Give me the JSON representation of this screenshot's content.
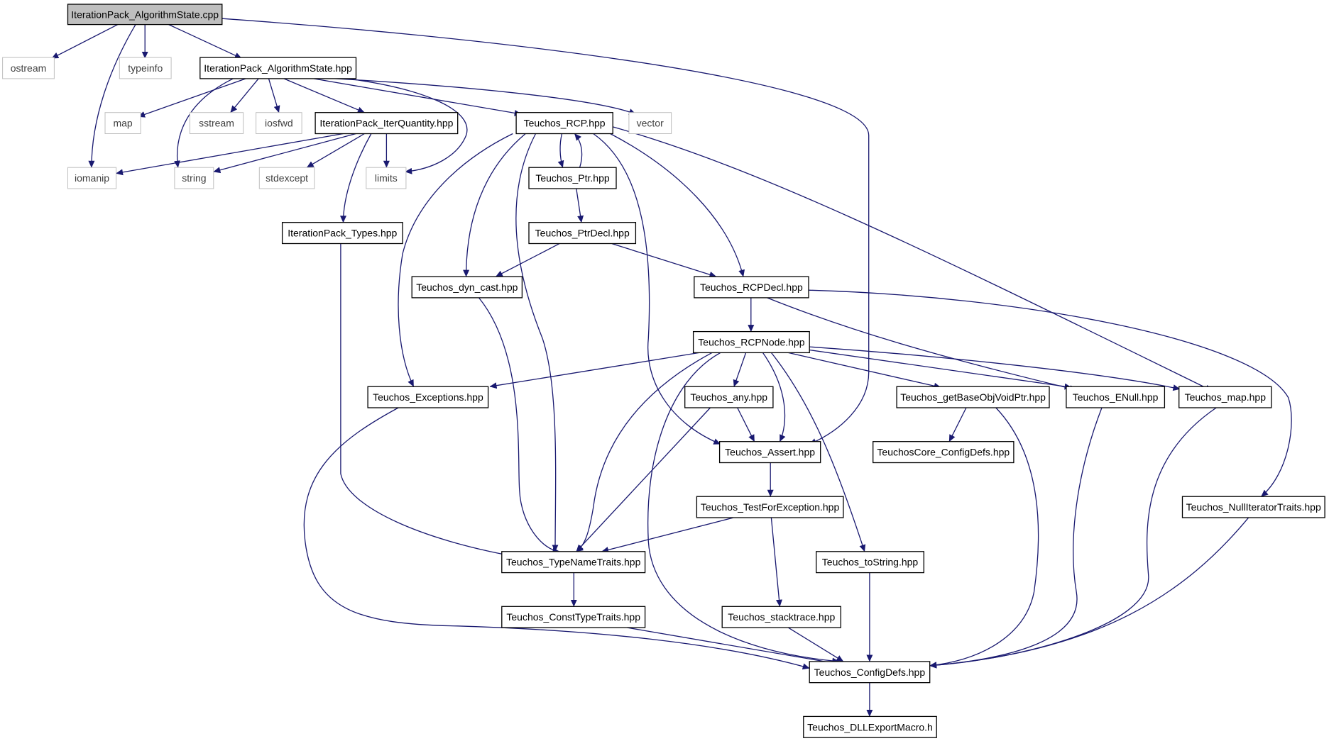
{
  "diagram": {
    "nodes": [
      {
        "id": "root",
        "label": "IterationPack_AlgorithmState.cpp",
        "kind": "root"
      },
      {
        "id": "ostream",
        "label": "ostream",
        "kind": "external"
      },
      {
        "id": "typeinfo",
        "label": "typeinfo",
        "kind": "external"
      },
      {
        "id": "algstate_hpp",
        "label": "IterationPack_AlgorithmState.hpp",
        "kind": "header"
      },
      {
        "id": "map",
        "label": "map",
        "kind": "external"
      },
      {
        "id": "sstream",
        "label": "sstream",
        "kind": "external"
      },
      {
        "id": "iosfwd",
        "label": "iosfwd",
        "kind": "external"
      },
      {
        "id": "iterqty",
        "label": "IterationPack_IterQuantity.hpp",
        "kind": "header"
      },
      {
        "id": "rcp",
        "label": "Teuchos_RCP.hpp",
        "kind": "header"
      },
      {
        "id": "vector",
        "label": "vector",
        "kind": "external"
      },
      {
        "id": "iomanip",
        "label": "iomanip",
        "kind": "external"
      },
      {
        "id": "string",
        "label": "string",
        "kind": "external"
      },
      {
        "id": "stdexcept",
        "label": "stdexcept",
        "kind": "external"
      },
      {
        "id": "limits",
        "label": "limits",
        "kind": "external"
      },
      {
        "id": "ptr",
        "label": "Teuchos_Ptr.hpp",
        "kind": "header"
      },
      {
        "id": "itertypes",
        "label": "IterationPack_Types.hpp",
        "kind": "header"
      },
      {
        "id": "ptrdecl",
        "label": "Teuchos_PtrDecl.hpp",
        "kind": "header"
      },
      {
        "id": "dyncast",
        "label": "Teuchos_dyn_cast.hpp",
        "kind": "header"
      },
      {
        "id": "rcpdecl",
        "label": "Teuchos_RCPDecl.hpp",
        "kind": "header"
      },
      {
        "id": "rcpnode",
        "label": "Teuchos_RCPNode.hpp",
        "kind": "header"
      },
      {
        "id": "exceptions",
        "label": "Teuchos_Exceptions.hpp",
        "kind": "header"
      },
      {
        "id": "any",
        "label": "Teuchos_any.hpp",
        "kind": "header"
      },
      {
        "id": "getbase",
        "label": "Teuchos_getBaseObjVoidPtr.hpp",
        "kind": "header"
      },
      {
        "id": "enull",
        "label": "Teuchos_ENull.hpp",
        "kind": "header"
      },
      {
        "id": "tmap",
        "label": "Teuchos_map.hpp",
        "kind": "header"
      },
      {
        "id": "assert",
        "label": "Teuchos_Assert.hpp",
        "kind": "header"
      },
      {
        "id": "coreconfig",
        "label": "TeuchosCore_ConfigDefs.hpp",
        "kind": "header"
      },
      {
        "id": "testexc",
        "label": "Teuchos_TestForException.hpp",
        "kind": "header"
      },
      {
        "id": "nulliter",
        "label": "Teuchos_NullIteratorTraits.hpp",
        "kind": "header"
      },
      {
        "id": "typename",
        "label": "Teuchos_TypeNameTraits.hpp",
        "kind": "header"
      },
      {
        "id": "tostring",
        "label": "Teuchos_toString.hpp",
        "kind": "header"
      },
      {
        "id": "consttype",
        "label": "Teuchos_ConstTypeTraits.hpp",
        "kind": "header"
      },
      {
        "id": "stacktrace",
        "label": "Teuchos_stacktrace.hpp",
        "kind": "header"
      },
      {
        "id": "configdefs",
        "label": "Teuchos_ConfigDefs.hpp",
        "kind": "header"
      },
      {
        "id": "dllexport",
        "label": "Teuchos_DLLExportMacro.h",
        "kind": "header"
      }
    ],
    "edges": [
      [
        "root",
        "ostream"
      ],
      [
        "root",
        "typeinfo"
      ],
      [
        "root",
        "algstate_hpp"
      ],
      [
        "root",
        "iomanip"
      ],
      [
        "root",
        "assert"
      ],
      [
        "algstate_hpp",
        "map"
      ],
      [
        "algstate_hpp",
        "sstream"
      ],
      [
        "algstate_hpp",
        "iosfwd"
      ],
      [
        "algstate_hpp",
        "iterqty"
      ],
      [
        "algstate_hpp",
        "rcp"
      ],
      [
        "algstate_hpp",
        "vector"
      ],
      [
        "algstate_hpp",
        "string"
      ],
      [
        "algstate_hpp",
        "limits"
      ],
      [
        "iterqty",
        "iomanip"
      ],
      [
        "iterqty",
        "string"
      ],
      [
        "iterqty",
        "stdexcept"
      ],
      [
        "iterqty",
        "limits"
      ],
      [
        "iterqty",
        "itertypes"
      ],
      [
        "rcp",
        "ptr"
      ],
      [
        "rcp",
        "dyncast"
      ],
      [
        "rcp",
        "rcpdecl"
      ],
      [
        "rcp",
        "exceptions"
      ],
      [
        "rcp",
        "typename"
      ],
      [
        "rcp",
        "assert"
      ],
      [
        "rcp",
        "tmap"
      ],
      [
        "ptr",
        "rcp"
      ],
      [
        "ptr",
        "ptrdecl"
      ],
      [
        "ptrdecl",
        "dyncast"
      ],
      [
        "ptrdecl",
        "rcpdecl"
      ],
      [
        "itertypes",
        "typename"
      ],
      [
        "dyncast",
        "typename"
      ],
      [
        "rcpdecl",
        "rcpnode"
      ],
      [
        "rcpdecl",
        "enull"
      ],
      [
        "rcpdecl",
        "nulliter"
      ],
      [
        "rcpnode",
        "exceptions"
      ],
      [
        "rcpnode",
        "any"
      ],
      [
        "rcpnode",
        "assert"
      ],
      [
        "rcpnode",
        "getbase"
      ],
      [
        "rcpnode",
        "enull"
      ],
      [
        "rcpnode",
        "tmap"
      ],
      [
        "rcpnode",
        "typename"
      ],
      [
        "rcpnode",
        "tostring"
      ],
      [
        "rcpnode",
        "configdefs"
      ],
      [
        "exceptions",
        "configdefs"
      ],
      [
        "any",
        "assert"
      ],
      [
        "any",
        "typename"
      ],
      [
        "getbase",
        "coreconfig"
      ],
      [
        "getbase",
        "configdefs"
      ],
      [
        "enull",
        "configdefs"
      ],
      [
        "tmap",
        "configdefs"
      ],
      [
        "assert",
        "testexc"
      ],
      [
        "testexc",
        "typename"
      ],
      [
        "testexc",
        "stacktrace"
      ],
      [
        "nulliter",
        "configdefs"
      ],
      [
        "typename",
        "consttype"
      ],
      [
        "tostring",
        "configdefs"
      ],
      [
        "consttype",
        "configdefs"
      ],
      [
        "stacktrace",
        "configdefs"
      ],
      [
        "configdefs",
        "dllexport"
      ]
    ]
  },
  "colors": {
    "edge": "#191970",
    "header_border": "#000000",
    "external_border": "#bfbfbf",
    "root_fill": "#bfbfbf",
    "node_fill": "#ffffff",
    "external_text": "#404040"
  }
}
